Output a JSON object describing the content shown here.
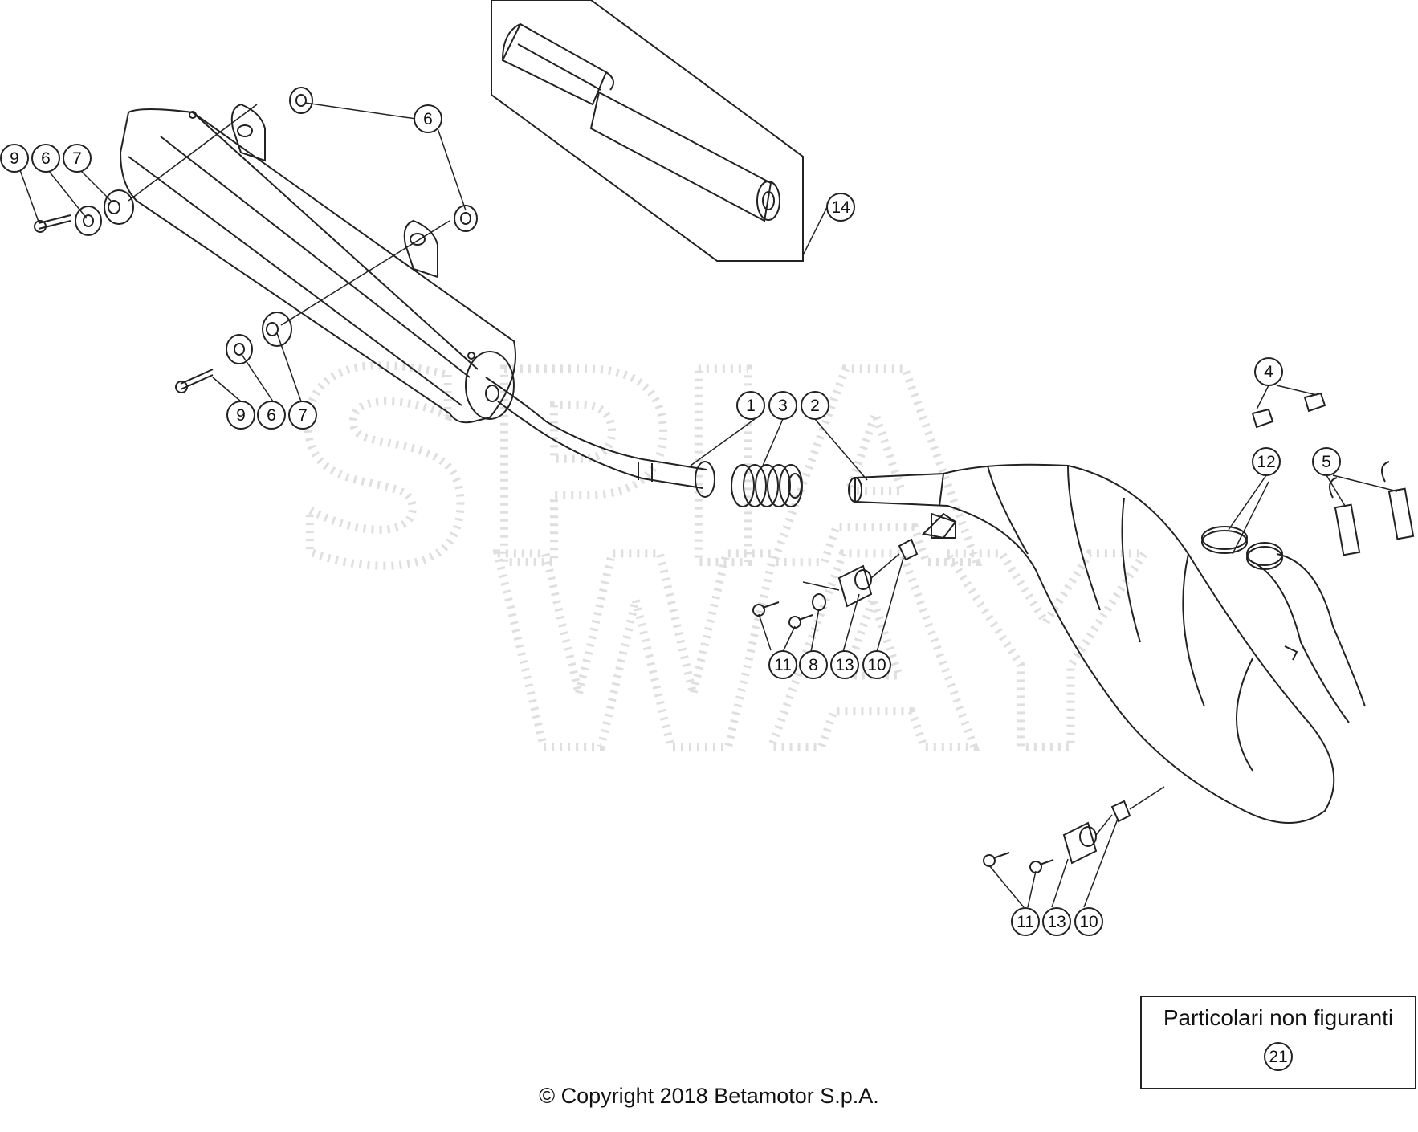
{
  "diagram": {
    "callouts": [
      {
        "id": "c-9a",
        "label": "9"
      },
      {
        "id": "c-6a",
        "label": "6"
      },
      {
        "id": "c-7a",
        "label": "7"
      },
      {
        "id": "c-6b",
        "label": "6"
      },
      {
        "id": "c-9b",
        "label": "9"
      },
      {
        "id": "c-6c",
        "label": "6"
      },
      {
        "id": "c-7b",
        "label": "7"
      },
      {
        "id": "c-14",
        "label": "14"
      },
      {
        "id": "c-1",
        "label": "1"
      },
      {
        "id": "c-3",
        "label": "3"
      },
      {
        "id": "c-2",
        "label": "2"
      },
      {
        "id": "c-4",
        "label": "4"
      },
      {
        "id": "c-12",
        "label": "12"
      },
      {
        "id": "c-5",
        "label": "5"
      },
      {
        "id": "c-11a",
        "label": "11"
      },
      {
        "id": "c-8",
        "label": "8"
      },
      {
        "id": "c-13a",
        "label": "13"
      },
      {
        "id": "c-10a",
        "label": "10"
      },
      {
        "id": "c-11b",
        "label": "11"
      },
      {
        "id": "c-13b",
        "label": "13"
      },
      {
        "id": "c-10b",
        "label": "10"
      }
    ]
  },
  "note": {
    "title": "Particolari non figuranti",
    "number": "21"
  },
  "footer": {
    "copyright": "© Copyright 2018 Betamotor S.p.A."
  }
}
